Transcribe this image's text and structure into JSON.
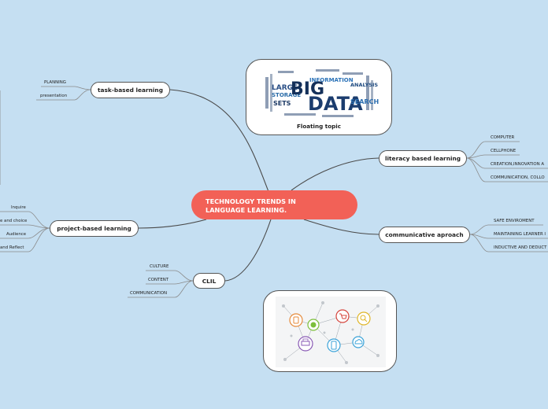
{
  "central_topic": {
    "line1": "TECHNOLOGY TRENDS IN",
    "line2": "LANGUAGE LEARNING."
  },
  "colors": {
    "background": "#c5dff2",
    "central": "#f26157",
    "connector": "#4a4a4a"
  },
  "branches": {
    "task_based": {
      "label": "task-based learning",
      "leaves": [
        "PLANNING",
        "presentation"
      ]
    },
    "project_based": {
      "label": "project-based learning",
      "leaves": [
        "Inquire",
        "e and choice",
        "Audience",
        "and Reflect"
      ]
    },
    "clil": {
      "label": "CLIL",
      "leaves": [
        "CULTURE",
        "CONTENT",
        "COMMUNICATION"
      ]
    },
    "literacy": {
      "label": "literacy based learning",
      "leaves": [
        "COMPUTER",
        "CELLPHONE",
        "CREATION,INNOVATION A",
        "COMMUNICATION, COLLO"
      ]
    },
    "communicative": {
      "label": "communicative aproach",
      "leaves": [
        "SAFE ENVIROMENT",
        "MAINTAINING LEARNER I",
        "INDUCTIVE AND DEDUCT"
      ]
    }
  },
  "floating_topic": {
    "label": "Floating topic",
    "image_words": {
      "big": "BIG",
      "data": "DATA",
      "large": "LARGE",
      "storage": "STORAGE",
      "sets": "SETS",
      "information": "INFORMATION",
      "analysis": "ANALYSIS",
      "search": "SEARCH"
    }
  },
  "network_image": {
    "icons": [
      "tablet-icon",
      "globe-icon",
      "cart-icon",
      "search-icon",
      "printer-icon",
      "phone-icon",
      "cloud-icon"
    ]
  }
}
